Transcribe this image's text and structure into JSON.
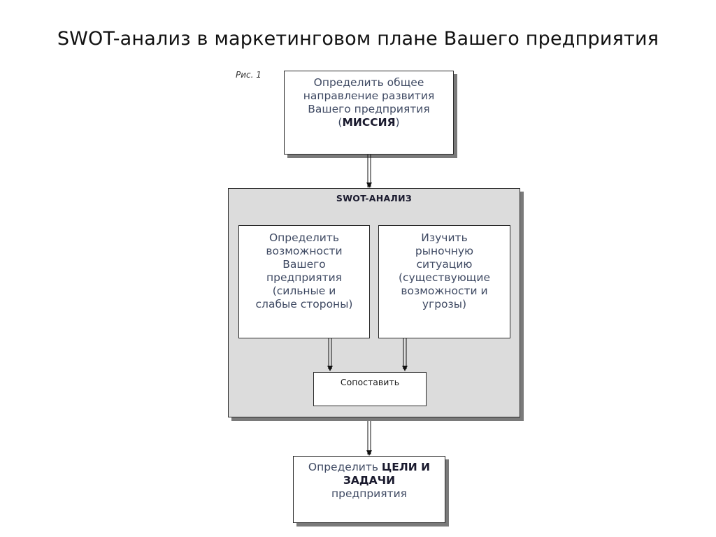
{
  "page": {
    "title": "SWOT-анализ в маркетинговом плане Вашего предприятия",
    "figure_label": "Рис. 1"
  },
  "diagram": {
    "mission": {
      "lines": [
        "Определить общее",
        "направление развития",
        "Вашего предприятия"
      ],
      "open": "(",
      "bold": "МИССИЯ",
      "close": ")"
    },
    "swot": {
      "title": "SWOT-АНАЛИЗ",
      "strengths": {
        "lines": [
          "Определить",
          "возможности",
          "Вашего",
          "предприятия",
          "(сильные и",
          "слабые стороны)"
        ]
      },
      "market": {
        "lines": [
          "Изучить",
          "рыночную",
          "ситуацию",
          "(существующие",
          "возможности и",
          "угрозы)"
        ]
      },
      "compare": "Сопоставить"
    },
    "goals": {
      "prefix": "Определить",
      "bold1": "ЦЕЛИ И",
      "bold2": "ЗАДАЧИ",
      "suffix": "предприятия"
    }
  },
  "colors": {
    "text": "#3f4a63",
    "container_fill": "#dcdcdc",
    "shadow": "#7a7a7a"
  }
}
